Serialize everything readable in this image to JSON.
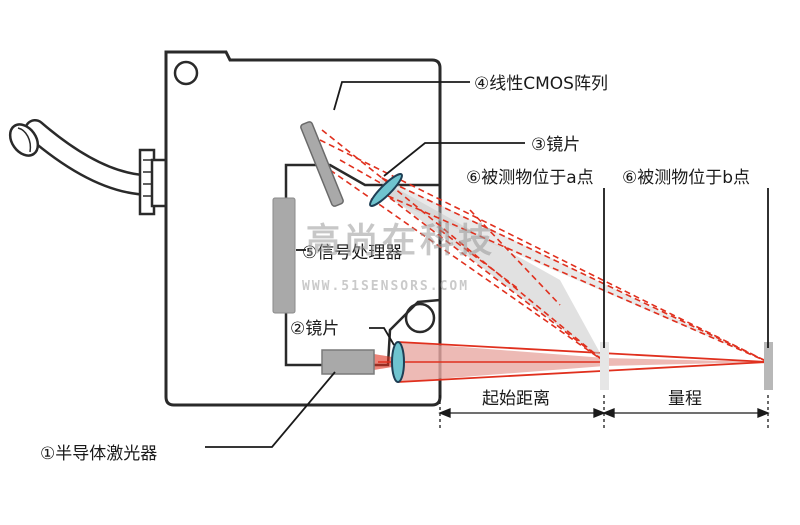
{
  "labels": {
    "cmos": "④线性CMOS阵列",
    "lens3": "③镜片",
    "processor": "⑤信号处理器",
    "lens2": "②镜片",
    "laser": "①半导体激光器",
    "target_a": "⑥被测物位于a点",
    "target_b": "⑥被测物位于b点",
    "start_distance": "起始距离",
    "range": "量程"
  },
  "watermark": {
    "title": "高尚在科技",
    "url": "WWW.51SENSORS.COM"
  },
  "colors": {
    "housing": "#2a2a2a",
    "beam": "#e0301e",
    "beam_fill": "#e8a9a3",
    "reflected_fill": "#c9c9c9",
    "lens": "#6fc4cf",
    "component": "#a9a9a9",
    "target": "#b8b8b8"
  }
}
